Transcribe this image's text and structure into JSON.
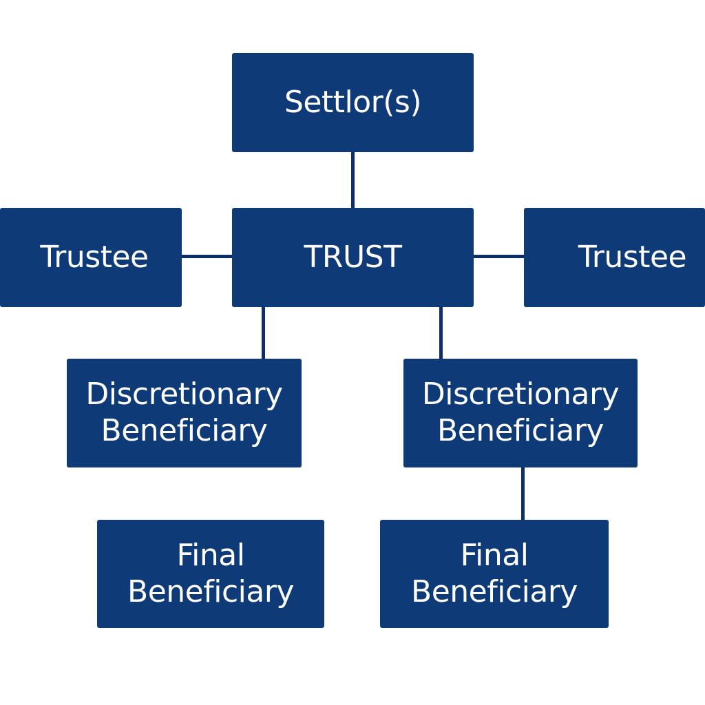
{
  "diagram": {
    "settlor": {
      "label": "Settlor(s)"
    },
    "trust": {
      "label": "TRUST"
    },
    "trustee_left": {
      "label": "Trustee"
    },
    "trustee_right": {
      "label": "Trustee"
    },
    "discretionary_left": {
      "line1": "Discretionary",
      "line2": "Beneficiary"
    },
    "discretionary_right": {
      "line1": "Discretionary",
      "line2": "Beneficiary"
    },
    "final_left": {
      "line1": "Final",
      "line2": "Beneficiary"
    },
    "final_right": {
      "line1": "Final",
      "line2": "Beneficiary"
    },
    "colors": {
      "box_fill": "#0e3a78",
      "box_text": "#ffffff",
      "connector": "#0e2f6b",
      "background": "#ffffff"
    }
  }
}
